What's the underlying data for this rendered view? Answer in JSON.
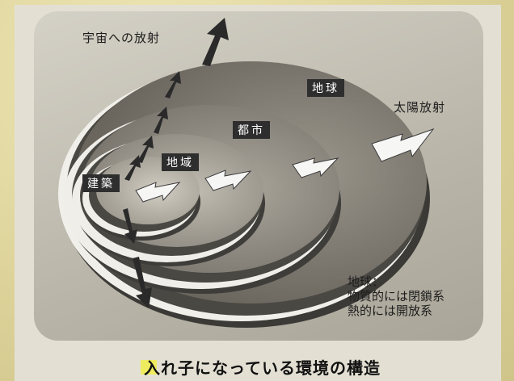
{
  "labels": {
    "space_radiation": "宇宙への放射",
    "earth": "地球",
    "city": "都市",
    "region": "地域",
    "architecture": "建築",
    "solar_radiation": "太陽放射"
  },
  "note_lines": [
    "地球：",
    "物質的には閉鎖系",
    "熱的には開放系"
  ],
  "caption": "入れ子になっている環境の構造",
  "colors": {
    "highlight": "#f0ec52",
    "label_box": "#2e2e2e",
    "arrow": "#2a2a2a",
    "inflow_arrow": "#f6f6f4"
  }
}
